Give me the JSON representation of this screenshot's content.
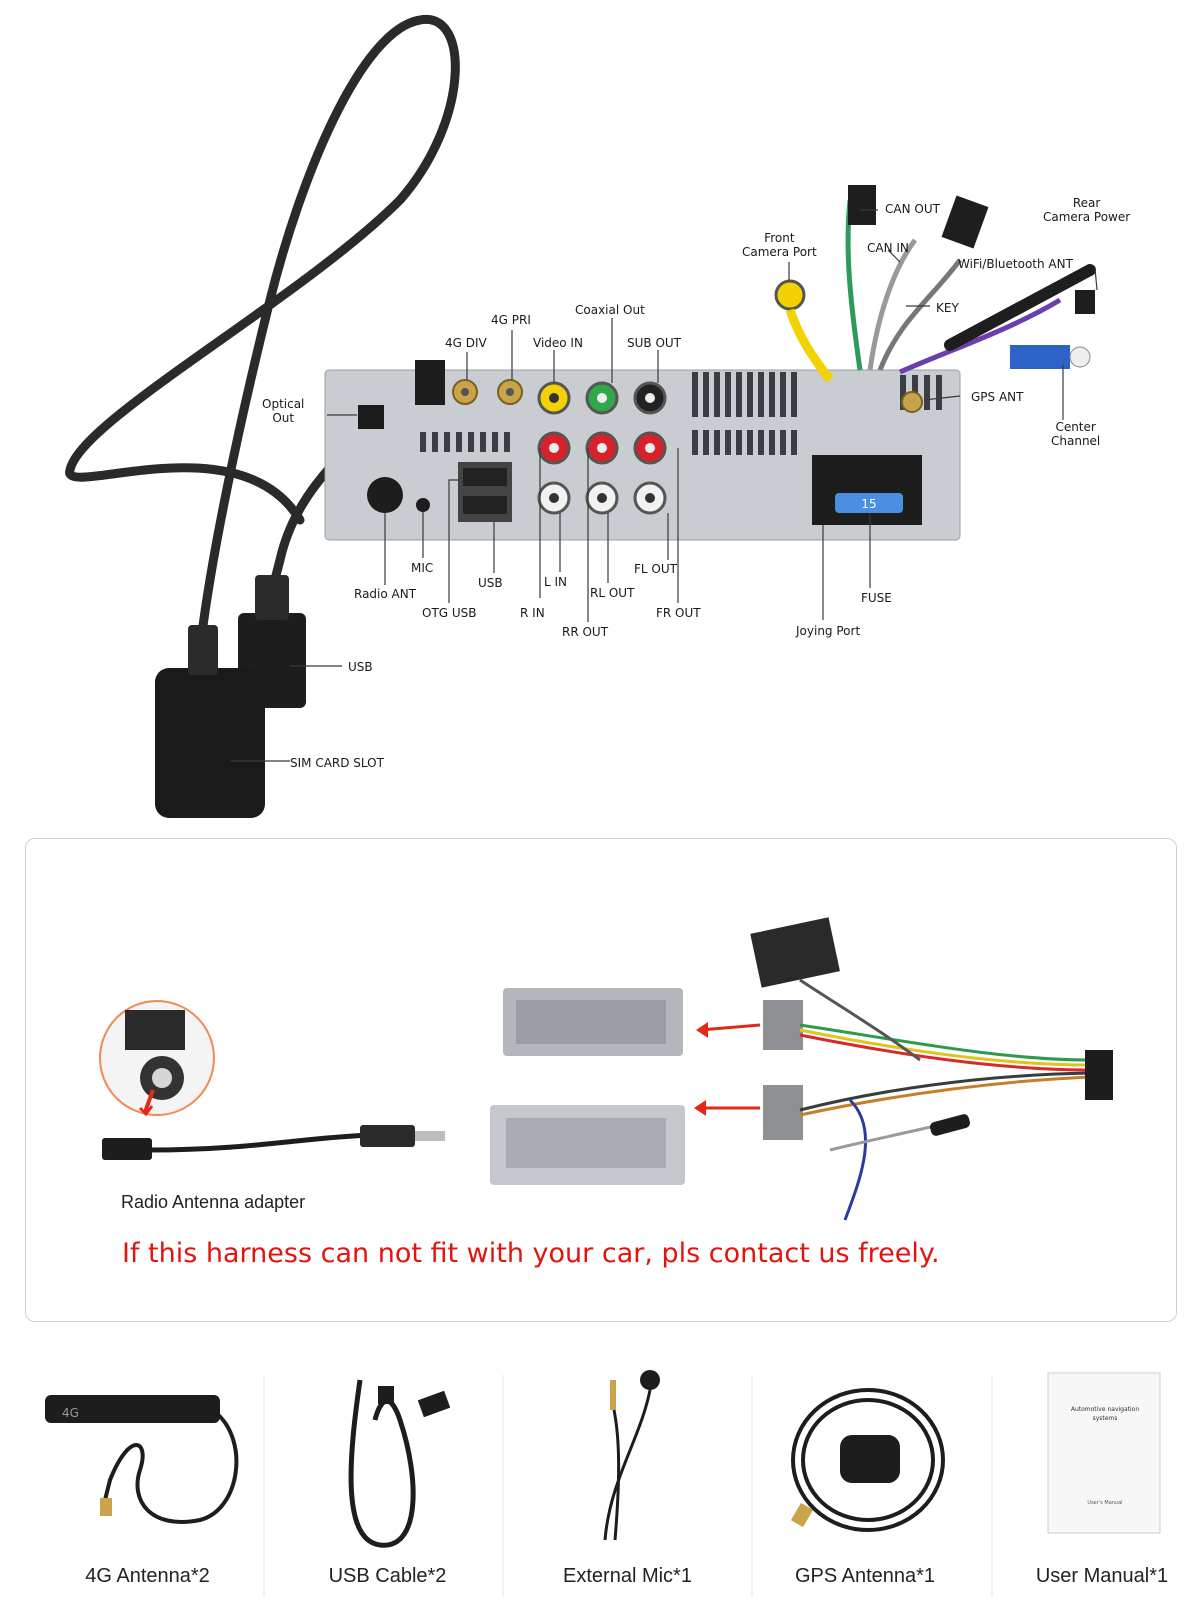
{
  "rear_panel": {
    "labels": {
      "optical_out": "Optical\nOut",
      "g4_div": "4G DIV",
      "g4_pri": "4G PRI",
      "video_in": "Video IN",
      "coaxial_out": "Coaxial Out",
      "sub_out": "SUB OUT",
      "front_camera_port": "Front\nCamera Port",
      "can_out": "CAN OUT",
      "can_in": "CAN IN",
      "rear_camera_power": "Rear\nCamera Power",
      "wifi_bt_ant": "WiFi/Bluetooth ANT",
      "key": "KEY",
      "gps_ant": "GPS ANT",
      "center_channel": "Center\nChannel",
      "mic": "MIC",
      "radio_ant": "Radio ANT",
      "usb": "USB",
      "otg_usb": "OTG USB",
      "l_in": "L IN",
      "r_in": "R IN",
      "rl_out": "RL OUT",
      "fl_out": "FL OUT",
      "rr_out": "RR OUT",
      "fr_out": "FR OUT",
      "fuse": "FUSE",
      "joying_port": "Joying Port",
      "usb_cable": "USB",
      "sim_card_slot": "SIM CARD SLOT"
    },
    "fuse_value": "15"
  },
  "harness_panel": {
    "adapter_label": "Radio Antenna adapter",
    "note": "If this harness can not fit with your car, pls contact us freely.",
    "note_color": "#e3140e"
  },
  "accessories": [
    {
      "label": "4G Antenna*2"
    },
    {
      "label": "USB Cable*2"
    },
    {
      "label": "External Mic*1"
    },
    {
      "label": "GPS Antenna*1"
    },
    {
      "label": "User Manual*1"
    }
  ],
  "manual_cover": {
    "title": "Automotive navigation systems",
    "subtitle": "User's Manual"
  }
}
